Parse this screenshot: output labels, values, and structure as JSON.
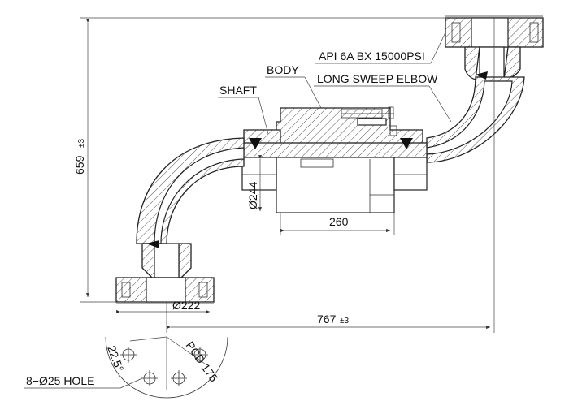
{
  "labels": {
    "api": "API 6A BX 15000PSI",
    "body": "BODY",
    "long_sweep": "LONG SWEEP ELBOW",
    "shaft": "SHAFT",
    "hole": "8−Ø25 HOLE",
    "pcd": "PCD 175"
  },
  "dimensions": {
    "height_value": "659",
    "height_tol": "±3",
    "length_value": "767",
    "length_tol": "±3",
    "body_length": "260",
    "shaft_dia": "Ø244",
    "flange_dia": "Ø222",
    "angle": "22.5°"
  }
}
